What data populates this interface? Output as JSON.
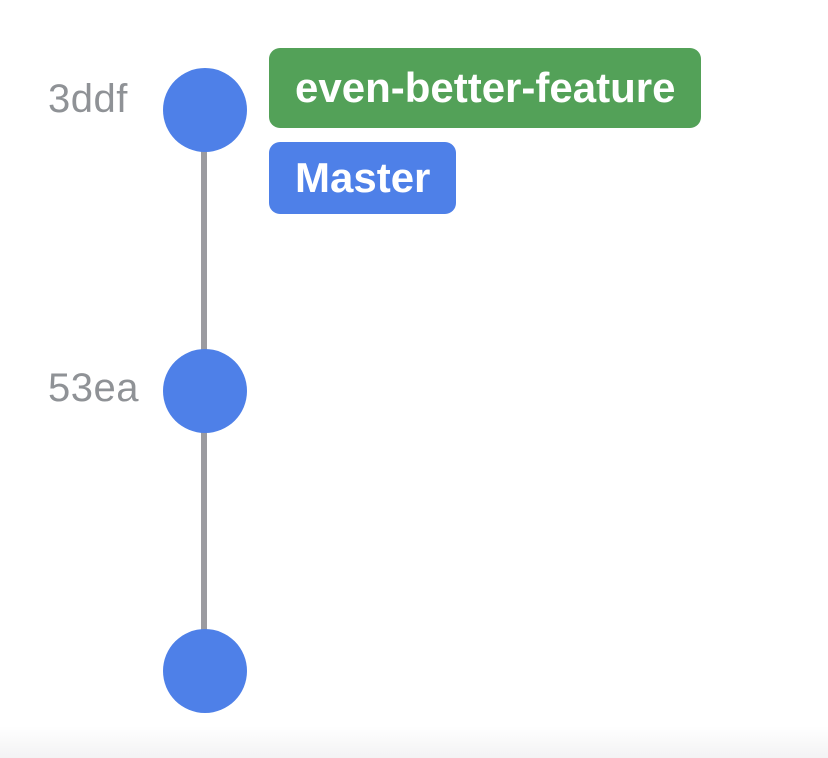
{
  "diagram": {
    "type": "git-commit-graph",
    "commits": [
      {
        "hash": "3ddf",
        "branches": [
          {
            "label": "even-better-feature",
            "color": "#53a158"
          },
          {
            "label": "Master",
            "color": "#4e80e8"
          }
        ]
      },
      {
        "hash": "53ea",
        "branches": []
      },
      {
        "hash": "",
        "branches": []
      }
    ],
    "colors": {
      "node_fill": "#4e80e8",
      "trunk_line": "#9b9ba0",
      "hash_text": "#8f9296",
      "branch_green": "#53a158",
      "branch_blue": "#4e80e8",
      "background": "#ffffff"
    }
  }
}
